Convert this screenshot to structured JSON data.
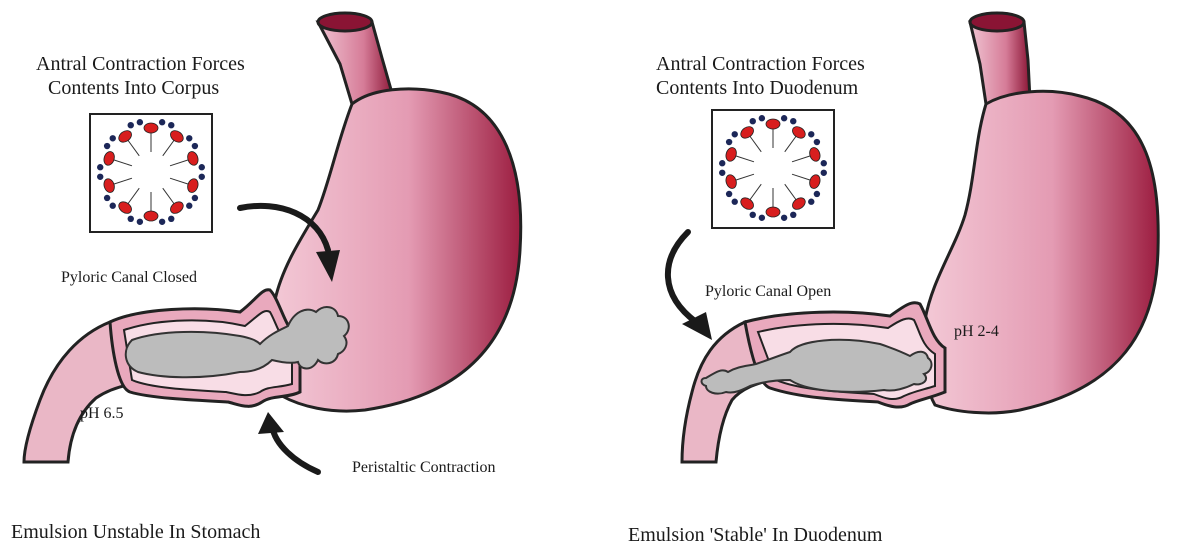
{
  "panels": [
    {
      "title_line1": "Antral Contraction Forces",
      "title_line2": "Contents Into Corpus",
      "pylorus_label": "Pyloric Canal Closed",
      "ph_label": "pH 6.5",
      "contraction_label": "Peristaltic Contraction",
      "caption": "Emulsion Unstable In Stomach"
    },
    {
      "title_line1": "Antral Contraction Forces",
      "title_line2": "Contents Into Duodenum",
      "pylorus_label": "Pyloric Canal Open",
      "ph_label": "pH 2-4",
      "caption": "Emulsion 'Stable' In Duodenum"
    }
  ],
  "colors": {
    "stomach_fill": "#e7a7bc",
    "stomach_dark": "#8a1434",
    "lining": "#f6dbe4",
    "contents": "#b8b8b8",
    "micelle_head": "#d81e1e",
    "micelle_tail": "#1c2758"
  }
}
